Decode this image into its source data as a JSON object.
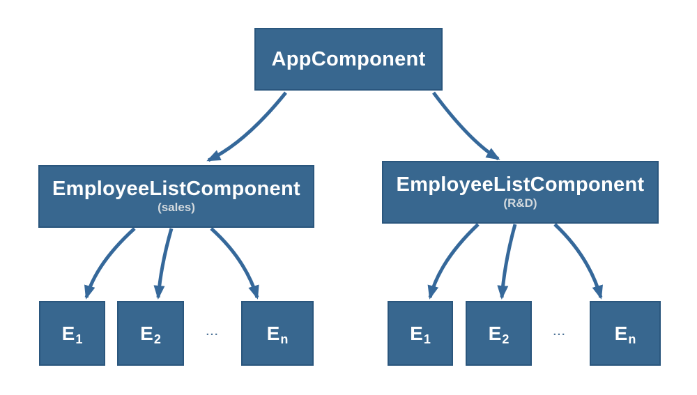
{
  "diagram": {
    "type": "component-tree",
    "root": {
      "label": "AppComponent"
    },
    "branches": [
      {
        "label": "EmployeeListComponent",
        "sublabel": "(sales)",
        "ellipsis": "...",
        "children": [
          {
            "base": "E",
            "sub": "1"
          },
          {
            "base": "E",
            "sub": "2"
          },
          {
            "base": "E",
            "sub": "n"
          }
        ]
      },
      {
        "label": "EmployeeListComponent",
        "sublabel": "(R&D)",
        "ellipsis": "...",
        "children": [
          {
            "base": "E",
            "sub": "1"
          },
          {
            "base": "E",
            "sub": "2"
          },
          {
            "base": "E",
            "sub": "n"
          }
        ]
      }
    ],
    "colors": {
      "box_fill": "#38678f",
      "box_border": "#2a567d",
      "arrow_color": "#35689a",
      "title_text": "#ffffff",
      "subtitle_text": "#d4dade",
      "ellipsis_text": "#4d7296",
      "background": "#ffffff"
    }
  }
}
